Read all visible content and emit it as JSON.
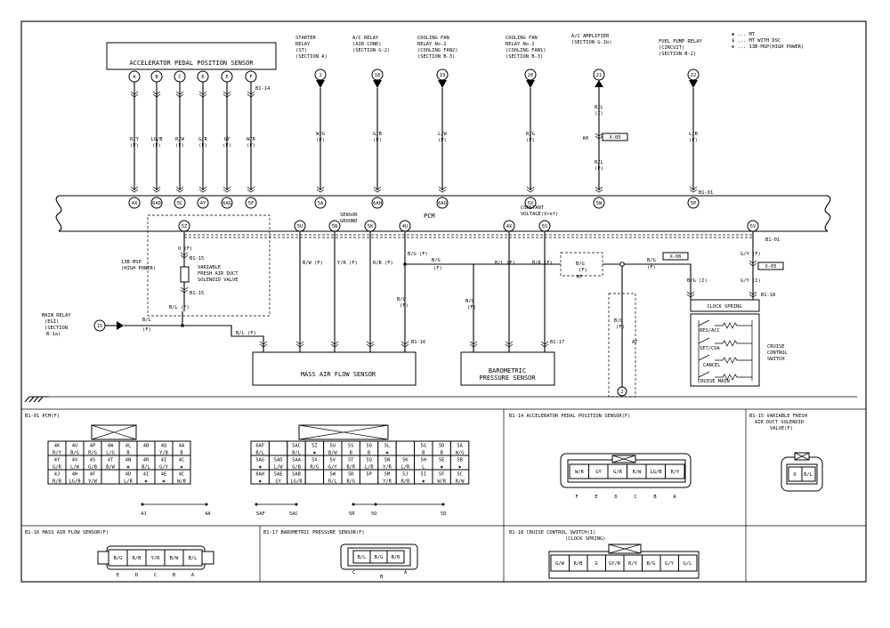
{
  "legend": {
    "line1": "✱ ... MT",
    "line2": "$ ... MT WITH DSC",
    "line3": "⊕ ... 13B-MSP(HIGH POWER)"
  },
  "app_sensor": {
    "title": "ACCELERATOR PEDAL POSITION SENSOR",
    "conn": "B1-14",
    "pins": [
      {
        "p": "A",
        "w": "R/Y"
      },
      {
        "p": "B",
        "w": "LG/B"
      },
      {
        "p": "C",
        "w": "R/W"
      },
      {
        "p": "D",
        "w": "G/R"
      },
      {
        "p": "E",
        "w": "GY"
      },
      {
        "p": "F",
        "w": "W/R"
      }
    ],
    "pcm_terms": [
      "4X",
      "6AD",
      "5C",
      "4Y",
      "6AG",
      "5F"
    ]
  },
  "relays": [
    {
      "l1": "STARTER",
      "l2": "RELAY",
      "l3": "(ST)",
      "l4": "(SECTION A)",
      "num": "1",
      "wire": "W/G",
      "term": "5A"
    },
    {
      "l1": "A/C RELAY",
      "l2": "(AIR COND)",
      "l3": "(SECTION G-2)",
      "l4": "",
      "num": "18",
      "wire": "G/B",
      "term": "6AH"
    },
    {
      "l1": "COOLING FAN",
      "l2": "RELAY No.2",
      "l3": "(COOLING FAN2)",
      "l4": "(SECTION B-3)",
      "num": "19",
      "wire": "L/W",
      "term": "6AQ"
    },
    {
      "l1": "COOLING FAN",
      "l2": "RELAY No.1",
      "l3": "(COOLING FAN1)",
      "l4": "(SECTION B-3)",
      "num": "20",
      "wire": "R/G",
      "term": "5X"
    },
    {
      "l1": "A/C AMPLIFIER",
      "l2": "(SECTION G-1b)",
      "l3": "",
      "l4": "",
      "num": "21",
      "wire": "R/L",
      "term": "5W"
    },
    {
      "l1": "FUEL PUMP RELAY",
      "l2": "(CIRCUIT)",
      "l3": "(SECTION B-2)",
      "l4": "",
      "num": "22",
      "wire": "L/B",
      "term": "5P"
    }
  ],
  "pcm": {
    "label": "PCM",
    "conn": "B1-01",
    "sensor_ground": "SENSOR\nGROUND",
    "const_v1": "CONSTANT",
    "const_v2": "VOLTAGE(Vref)",
    "lower_terms": [
      "5Z",
      "5U",
      "5N",
      "5K",
      "4U",
      "4X",
      "5S",
      "5V"
    ]
  },
  "x05": "X-05",
  "x06": "X-06",
  "fresh_air": {
    "l1": "13B-MSP",
    "l2": "(HIGH POWER)",
    "l3": "VARIABLE",
    "l4": "FRESH AIR DUCT",
    "l5": "SOLENOID VALVE",
    "conn": "B1-15",
    "wire1": "O (F)",
    "wire2": "B/L (F)"
  },
  "main_relay": {
    "l1": "MAIN RELAY",
    "l2": "(EGI)",
    "l3": "(SECTION",
    "l4": "B-1a)",
    "num": "15",
    "wire": "B/L",
    "f": "(F)"
  },
  "maf": {
    "title": "MASS AIR FLOW SENSOR",
    "conn": "B1-16",
    "pins": [
      "A",
      "B",
      "C",
      "D",
      "E"
    ],
    "wires": [
      "B/L (F)",
      "B/W (F)",
      "Y/R (F)",
      "R/B (F)",
      "B/G (F)"
    ]
  },
  "baro": {
    "title1": "BAROMETRIC",
    "title2": "PRESSURE SENSOR",
    "conn": "B1-17",
    "pins": [
      "B",
      "C",
      "A"
    ],
    "wires": [
      "B/G",
      "B/L (F)",
      "B/R (F)"
    ]
  },
  "cruise": {
    "spring": "CLOCK SPRING",
    "conn": "B1-18",
    "sw1": "RES/ACC",
    "sw2": "SET/COA",
    "sw3": "CANCEL",
    "sw4": "CRUISE MAIN",
    "label1": "CRUISE",
    "label2": "CONTROL",
    "label3": "SWITCH",
    "wire": "B/G (I)",
    "wire2": "G/Y (I)",
    "wire3": "G/Y (F)",
    "wire4": "B/G"
  },
  "mt": "MT",
  "at": "AT",
  "bgf": "B/G",
  "fnote": "(F)",
  "ground_num": "2",
  "bottom": {
    "pcm_title": "B1-01 PCM(F)",
    "pcm_left_labels": [
      "4J",
      "4A"
    ],
    "pcm_right_labels": [
      "5AF",
      "5AC",
      "5R",
      "5O",
      "5D"
    ],
    "app_title": "B1-14 ACCELERATOR PEDAL POSITION SENSOR(F)",
    "app_pins": [
      "W/R",
      "GY",
      "G/R",
      "R/W",
      "LG/B",
      "R/Y"
    ],
    "app_letters": [
      "F",
      "E",
      "D",
      "C",
      "B",
      "A"
    ],
    "fresh_title1": "B1-15 VARIABLE FRESH",
    "fresh_title2": "AIR DUCT SOLENOID",
    "fresh_title3": "VALVE(F)",
    "fresh_pins": [
      "O",
      "B/L"
    ],
    "maf_title": "B1-16 MASS AIR FLOW SENSOR(F)",
    "maf_pins": [
      "B/G",
      "R/B",
      "Y/R",
      "B/W",
      "B/L"
    ],
    "maf_letters": [
      "E",
      "D",
      "C",
      "B",
      "A"
    ],
    "baro_title": "B1-17 BAROMETRIC PRESSURE SENSOR(F)",
    "baro_pins": [
      "B/L",
      "B/G",
      "B/R"
    ],
    "baro_letters": [
      "C",
      "B",
      "A"
    ],
    "cruise_title1": "B1-18 CRUISE CONTROL SWITCH(I)",
    "cruise_title2": "(CLOCK SPRING)",
    "cruise_pins": [
      "G/W",
      "R/B",
      "G",
      "GY/R",
      "R/Y",
      "B/G",
      "G/Y",
      "G/L"
    ]
  },
  "pcm_grid_left": [
    [
      "4K",
      "4U",
      "4P",
      "4W",
      "4L",
      "4B",
      "4Q",
      "4A"
    ],
    [
      "R/Y",
      "B/G",
      "R/G",
      "L/G",
      "B",
      "",
      "Y/B",
      "B"
    ],
    [
      "4Y",
      "4V",
      "4S",
      "4T",
      "4N",
      "4R",
      "4I",
      "4C"
    ],
    [
      "G/R",
      "L/W",
      "G/B",
      "B/W",
      "✱",
      "B/L",
      "G/Y",
      "✱"
    ],
    [
      "4J",
      "4H",
      "4F",
      "",
      "4D",
      "4I",
      "4E",
      "4C"
    ],
    [
      "R/B",
      "LG/B",
      "V/W",
      "",
      "L/R",
      "✱",
      "✱",
      "W/B"
    ]
  ],
  "pcm_grid_right": [
    [
      "6AF",
      "",
      "5AC",
      "5Z",
      "5U",
      "5S",
      "5O",
      "5L",
      "",
      "5G",
      "5D",
      "5A"
    ],
    [
      "B/L",
      "",
      "B/L",
      "✱",
      "B/W",
      "B",
      "B",
      "✱",
      "",
      "B",
      "B",
      "W/G"
    ],
    [
      "5AG",
      "5AD",
      "5AA",
      "5X",
      "5V",
      "5T",
      "5Q",
      "5N",
      "5K",
      "5H",
      "5E",
      "5B"
    ],
    [
      "✱",
      "L/W",
      "G/B",
      "R/G",
      "G/Y",
      "B/R",
      "L/B",
      "Y/R",
      "L/R",
      "L",
      "✱",
      "✱"
    ],
    [
      "6AH",
      "5AE",
      "5AB",
      "",
      "5W",
      "5R",
      "5P",
      "5M",
      "5J",
      "5I",
      "5F",
      "5C"
    ],
    [
      "✱",
      "GY",
      "LG/B",
      "",
      "R/L",
      "B/G",
      "",
      "Y/R",
      "R/B",
      "✱",
      "W/R",
      "R/W"
    ]
  ]
}
